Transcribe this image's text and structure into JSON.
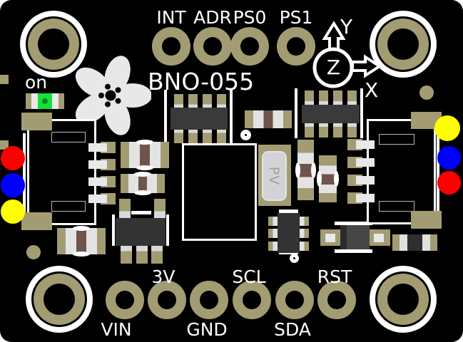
{
  "board": {
    "title": "BNO-055",
    "vendor_logo": "adafruit-flower",
    "power_led": {
      "label": "on",
      "color": "#15e03a"
    },
    "top_pins": [
      {
        "label": "INT"
      },
      {
        "label": "ADR"
      },
      {
        "label": "PS0"
      },
      {
        "label": "PS1"
      }
    ],
    "bottom_pins": [
      {
        "label": "VIN"
      },
      {
        "label": "3V"
      },
      {
        "label": "GND"
      },
      {
        "label": "SCL"
      },
      {
        "label": "SDA"
      },
      {
        "label": "RST"
      }
    ],
    "axis_indicator": {
      "x": "X",
      "y": "Y",
      "z": "Z"
    },
    "crystal_label": "PV",
    "left_wire_colors": [
      "#ff0000",
      "#0000ff",
      "#ffff00"
    ],
    "right_wire_colors": [
      "#ffff00",
      "#0000ff",
      "#ff0000"
    ],
    "colors": {
      "board": "#000000",
      "pad": "#a39c73",
      "silkscreen": "#ffffff",
      "ic_body": "#3a3a3a",
      "resistor_band": "#6f544b",
      "led_green": "#15e03a",
      "crystal_body": "#d3d3d7"
    }
  }
}
